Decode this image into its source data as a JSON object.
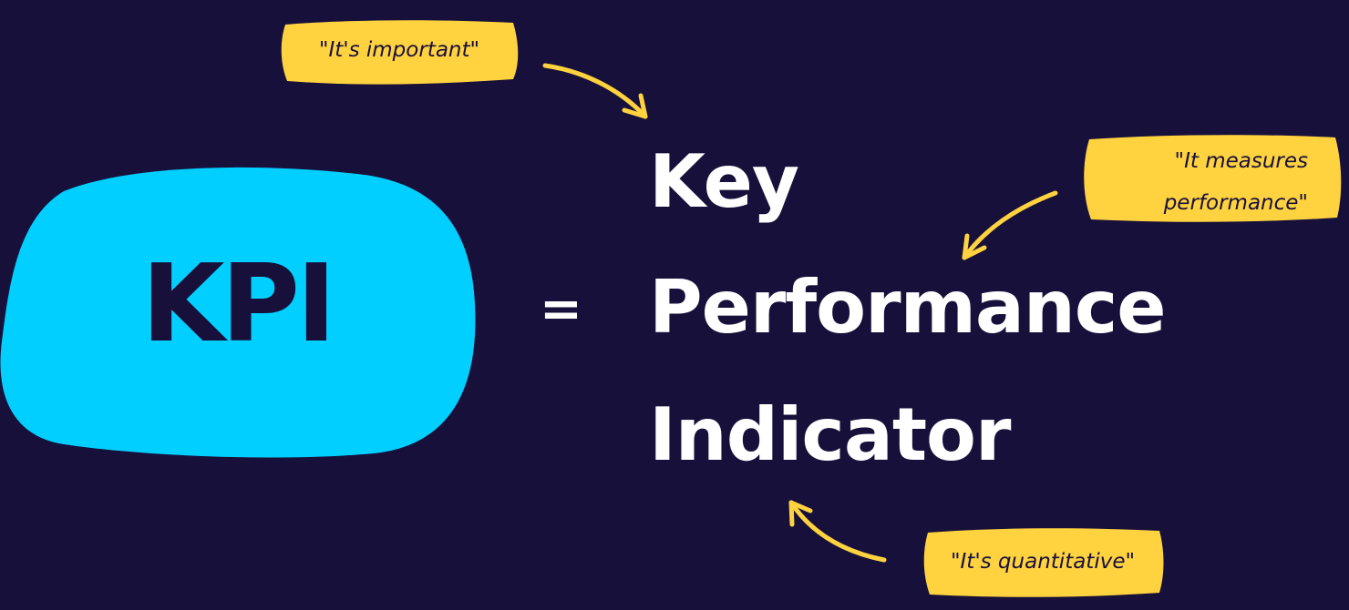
{
  "acronym": "KPI",
  "equals": "=",
  "words": [
    "Key",
    "Performance",
    "Indicator"
  ],
  "notes": {
    "important": "\"It's important\"",
    "measures_line1": "\"It measures",
    "measures_line2": "performance\"",
    "quantitative": "\"It's quantitative\""
  },
  "colors": {
    "background": "#17103a",
    "blob": "#00cfff",
    "note": "#ffd23f",
    "text_light": "#ffffff",
    "text_dark": "#17103a"
  },
  "icons": [
    "curved-arrow-icon"
  ]
}
